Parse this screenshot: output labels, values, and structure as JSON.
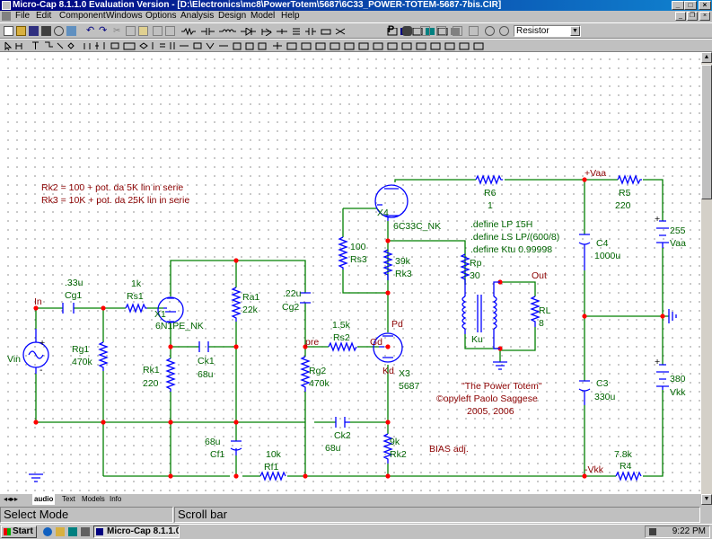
{
  "window": {
    "title": "Micro-Cap 8.1.1.0 Evaluation Version - [D:\\Electronics\\mc8\\PowerTotem\\5687\\6C33_POWER-TOTEM-5687-7bis.CIR]"
  },
  "menu": [
    "File",
    "Edit",
    "Component",
    "Windows",
    "Options",
    "Analysis",
    "Design",
    "Model",
    "Help"
  ],
  "toolbar": {
    "component_combo": "Resistor"
  },
  "schematic": {
    "notes": [
      "Rk2 = 100 + pot. da 5K lin in serie",
      "Rk3 = 10K + pot. da 25K lin in serie"
    ],
    "nodes": {
      "in": "In",
      "pre": "pre",
      "gd": "Gd",
      "pd": "Pd",
      "kd": "Kd",
      "out": "Out",
      "vaa": "+Vaa",
      "vkk": "-Vkk"
    },
    "parts": {
      "cg1": {
        "value": ".33u",
        "name": "Cg1"
      },
      "rs1": {
        "value": "1k",
        "name": "Rs1"
      },
      "vin": {
        "name": "Vin"
      },
      "rg1": {
        "name": "Rg1",
        "value": "470k"
      },
      "x1": {
        "ref": "X1",
        "model": "6N1PE_NK"
      },
      "ra1": {
        "name": "Ra1",
        "value": "22k"
      },
      "rk1": {
        "name": "Rk1",
        "value": "220"
      },
      "ck1": {
        "name": "Ck1",
        "value": "68u"
      },
      "cf1": {
        "value": "68u",
        "name": "Cf1"
      },
      "rf1": {
        "value": "10k",
        "name": "Rf1"
      },
      "cg2": {
        "value": ".22u",
        "name": "Cg2"
      },
      "rs2": {
        "value": "1.5k",
        "name": "Rs2"
      },
      "rg2": {
        "name": "Rg2",
        "value": "470k"
      },
      "ck2": {
        "name": "Ck2",
        "value": "68u"
      },
      "x3": {
        "ref": "X3",
        "model": "5687"
      },
      "rk2": {
        "value": "9k",
        "name": "Rk2"
      },
      "bias": "BIAS adj.",
      "x4": {
        "ref": "X4",
        "model": "6C33C_NK"
      },
      "rs3": {
        "value": "100",
        "name": "Rs3"
      },
      "rk3": {
        "value": "39k",
        "name": "Rk3"
      },
      "r6": {
        "name": "R6",
        "value": "1"
      },
      "r5": {
        "name": "R5",
        "value": "220"
      },
      "rp": {
        "name": "Rp",
        "value": "30"
      },
      "ku": {
        "name": "Ku"
      },
      "rl": {
        "name": "RL",
        "value": "8"
      },
      "c4": {
        "name": "C4",
        "value": "1000u"
      },
      "c3": {
        "name": "C3",
        "value": "330u"
      },
      "vaa": {
        "value": "255",
        "name": "Vaa"
      },
      "vkk": {
        "value": "380",
        "name": "Vkk"
      },
      "r4": {
        "value": "7.8k",
        "name": "R4"
      }
    },
    "defines": [
      ".define LP 15H",
      ".define LS LP/(600/8)",
      ".define Ktu 0.99998"
    ],
    "credits": [
      "\"The Power Totem\"",
      "©opyleft Paolo Saggese",
      "2005, 2006"
    ]
  },
  "tabs": [
    "audio",
    "Text",
    "Models",
    "Info"
  ],
  "status": {
    "mode": "Select Mode",
    "hint": "Scroll bar"
  },
  "taskbar": {
    "start": "Start",
    "task": "Micro-Cap 8.1.1.0 ...",
    "clock": "9:22 PM"
  },
  "colors": {
    "wire": "#008000",
    "component": "#0000ff",
    "label": "#006400",
    "note": "#8b0000",
    "title": "#000080"
  }
}
